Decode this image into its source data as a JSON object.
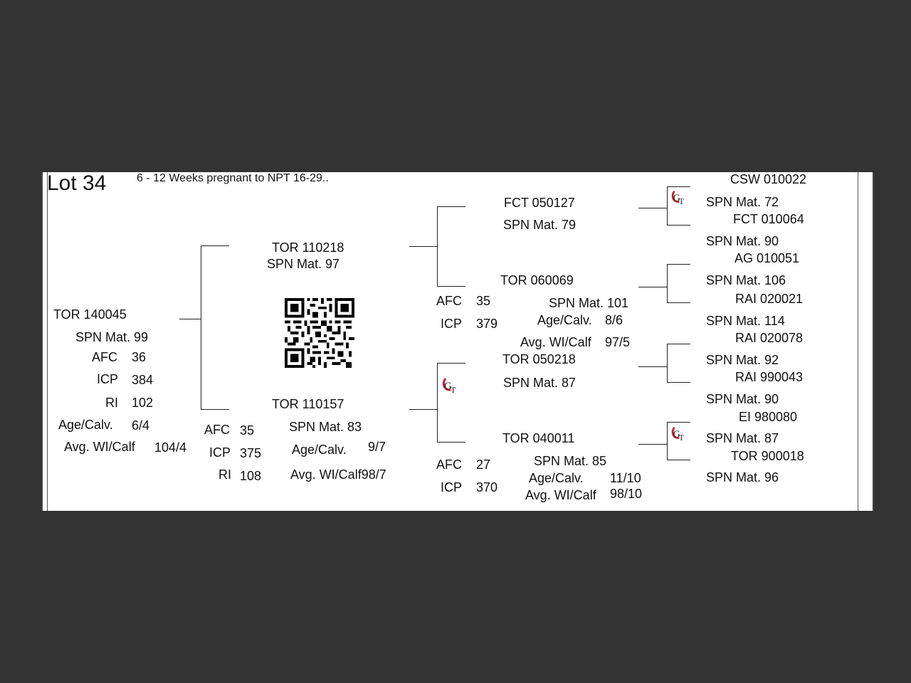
{
  "lot": "Lot 34",
  "note": "6 - 12 Weeks pregnant to NPT 16-29..",
  "animal": {
    "id": "TOR 140045",
    "spn": "SPN Mat. 99",
    "stats": [
      {
        "label": "AFC",
        "value": "36"
      },
      {
        "label": "ICP",
        "value": "384"
      },
      {
        "label": "RI",
        "value": "102"
      },
      {
        "label": "Age/Calv.",
        "value": "6/4"
      },
      {
        "label": "Avg. WI/Calf",
        "value": "104/4"
      }
    ]
  },
  "sire": {
    "id": "TOR 110218",
    "spn": "SPN Mat. 97"
  },
  "dam": {
    "id": "TOR 110157",
    "spn": "SPN Mat. 83",
    "afc_label": "AFC",
    "afc": "35",
    "icp_label": "ICP",
    "icp": "375",
    "ri_label": "RI",
    "ri": "108",
    "agecalv_label": "Age/Calv.",
    "agecalv": "9/7",
    "avgwi": "Avg. WI/Calf98/7"
  },
  "ss": {
    "id": "FCT 050127",
    "spn": "SPN Mat. 79"
  },
  "sd": {
    "id": "TOR 060069",
    "spn": "SPN Mat. 101",
    "afc_label": "AFC",
    "afc": "35",
    "icp_label": "ICP",
    "icp": "379",
    "agecalv_label": "Age/Calv.",
    "agecalv": "8/6",
    "avgwi_label": "Avg. WI/Calf",
    "avgwi": "97/5"
  },
  "ds": {
    "id": "TOR 050218",
    "spn": "SPN Mat. 87"
  },
  "dd": {
    "id": "TOR 040011",
    "spn": "SPN Mat. 85",
    "afc_label": "AFC",
    "afc": "27",
    "icp_label": "ICP",
    "icp": "370",
    "agecalv_label": "Age/Calv.",
    "agecalv": "11/10",
    "avgwi_label": "Avg. WI/Calf",
    "avgwi": "98/10"
  },
  "gen4": [
    "CSW 010022",
    "SPN Mat. 72",
    "FCT 010064",
    "SPN Mat. 90",
    "AG  010051",
    "SPN Mat. 106",
    "RAI 020021",
    "SPN Mat. 114",
    "RAI 020078",
    "SPN Mat. 92",
    "RAI 990043",
    "SPN Mat. 90",
    "EI  980080",
    "SPN Mat. 87",
    "TOR 900018",
    "SPN Mat. 96"
  ],
  "logo": {
    "text": "GT",
    "color": "#c8202a"
  },
  "qr_icon": "qr-code-icon"
}
